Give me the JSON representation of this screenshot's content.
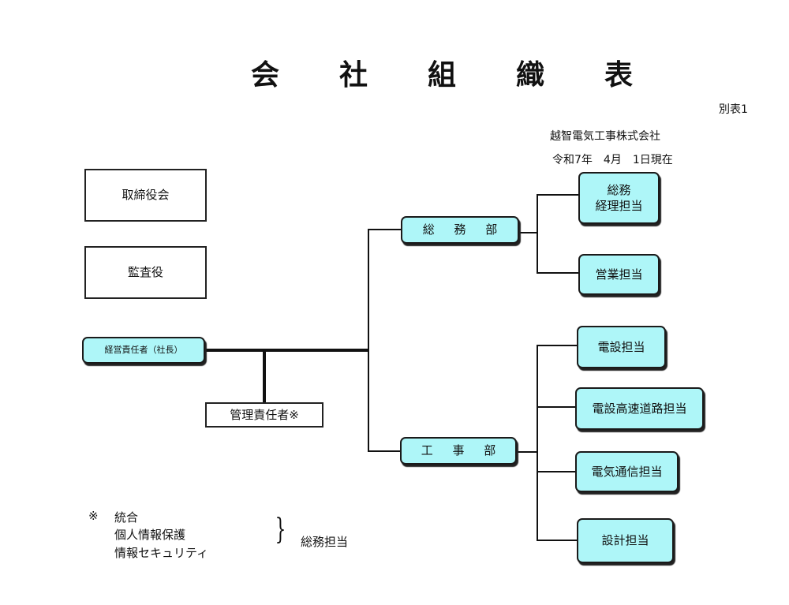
{
  "title_chars": [
    "会",
    "社",
    "組",
    "織",
    "表"
  ],
  "header": {
    "ref": "別表1",
    "company": "越智電気工事株式会社",
    "date": "令和7年　4月　1日現在"
  },
  "boxes": {
    "board": "取締役会",
    "auditor": "監査役",
    "ceo": "経営責任者（社長）",
    "manager": "管理責任者※",
    "general_dept": "総 務 部",
    "construction_dept": "工 事 部",
    "general_accounting_1": "総務",
    "general_accounting_2": "経理担当",
    "sales": "営業担当",
    "electrical": "電設担当",
    "highway": "電設高速道路担当",
    "telecom": "電気通信担当",
    "design": "設計担当"
  },
  "note": {
    "mark": "※",
    "line1": "統合",
    "line2": "個人情報保護",
    "line3": "情報セキュリティ",
    "brace": "}",
    "target": "総務担当"
  }
}
